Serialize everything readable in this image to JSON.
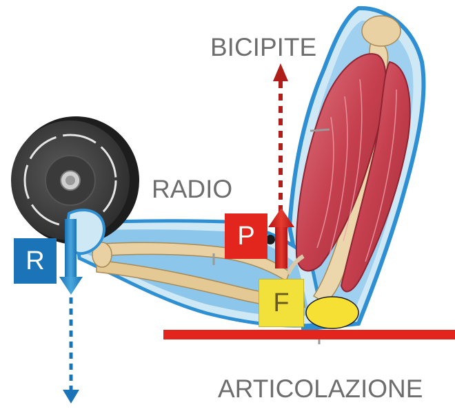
{
  "labels": {
    "biceps": "BICIPITE",
    "radius": "RADIO",
    "joint": "ARTICOLAZIONE"
  },
  "boxes": {
    "resistance": "R",
    "power": "P",
    "fulcrum": "F"
  },
  "colors": {
    "resistance": "#1c74b8",
    "power": "#e2261d",
    "fulcrum": "#f2e13a",
    "ground_line": "#e2261d",
    "label_text": "#6d6d6d"
  }
}
